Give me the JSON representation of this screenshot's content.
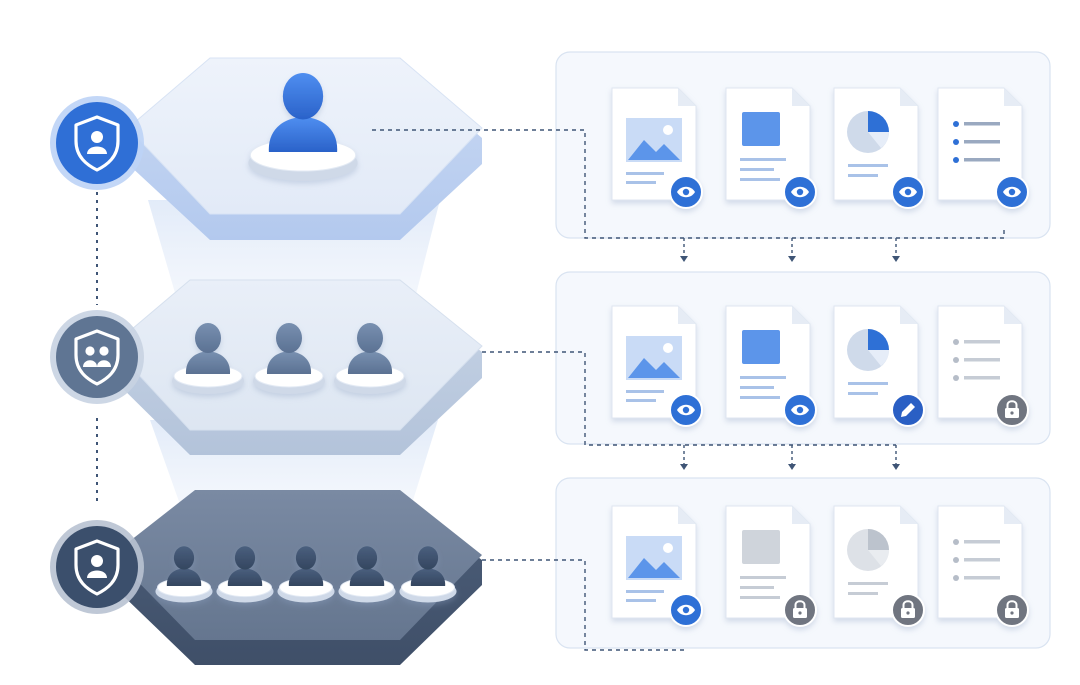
{
  "colors": {
    "primary_blue": "#2f6fd6",
    "light_blue": "#5c95ea",
    "slate": "#5f7593",
    "dark_slate": "#3b4f6c",
    "panel_bg": "#f5f8fd",
    "panel_border": "#d9e3f1",
    "locked_gray": "#6f7580",
    "connector": "#3f5576"
  },
  "tiers": [
    {
      "level": "top",
      "badge_icon": "shield-single-user-icon",
      "group_icon": "single-user-icon",
      "user_count": 1,
      "documents": [
        {
          "type": "image-document",
          "access": "view",
          "access_icon": "eye-icon"
        },
        {
          "type": "square-document",
          "access": "view",
          "access_icon": "eye-icon"
        },
        {
          "type": "pie-chart-document",
          "access": "view",
          "access_icon": "eye-icon"
        },
        {
          "type": "list-document",
          "access": "view",
          "access_icon": "eye-icon"
        }
      ]
    },
    {
      "level": "middle",
      "badge_icon": "shield-group-icon",
      "group_icon": "user-group-icon",
      "user_count": 3,
      "documents": [
        {
          "type": "image-document",
          "access": "view",
          "access_icon": "eye-icon"
        },
        {
          "type": "square-document",
          "access": "view",
          "access_icon": "eye-icon"
        },
        {
          "type": "pie-chart-document",
          "access": "edit",
          "access_icon": "pencil-icon"
        },
        {
          "type": "list-document",
          "access": "locked",
          "access_icon": "lock-icon"
        }
      ]
    },
    {
      "level": "bottom",
      "badge_icon": "shield-single-user-icon",
      "group_icon": "user-group-icon",
      "user_count": 5,
      "documents": [
        {
          "type": "image-document",
          "access": "view",
          "access_icon": "eye-icon"
        },
        {
          "type": "square-document",
          "access": "locked",
          "access_icon": "lock-icon"
        },
        {
          "type": "pie-chart-document",
          "access": "locked",
          "access_icon": "lock-icon"
        },
        {
          "type": "list-document",
          "access": "locked",
          "access_icon": "lock-icon"
        }
      ]
    }
  ]
}
